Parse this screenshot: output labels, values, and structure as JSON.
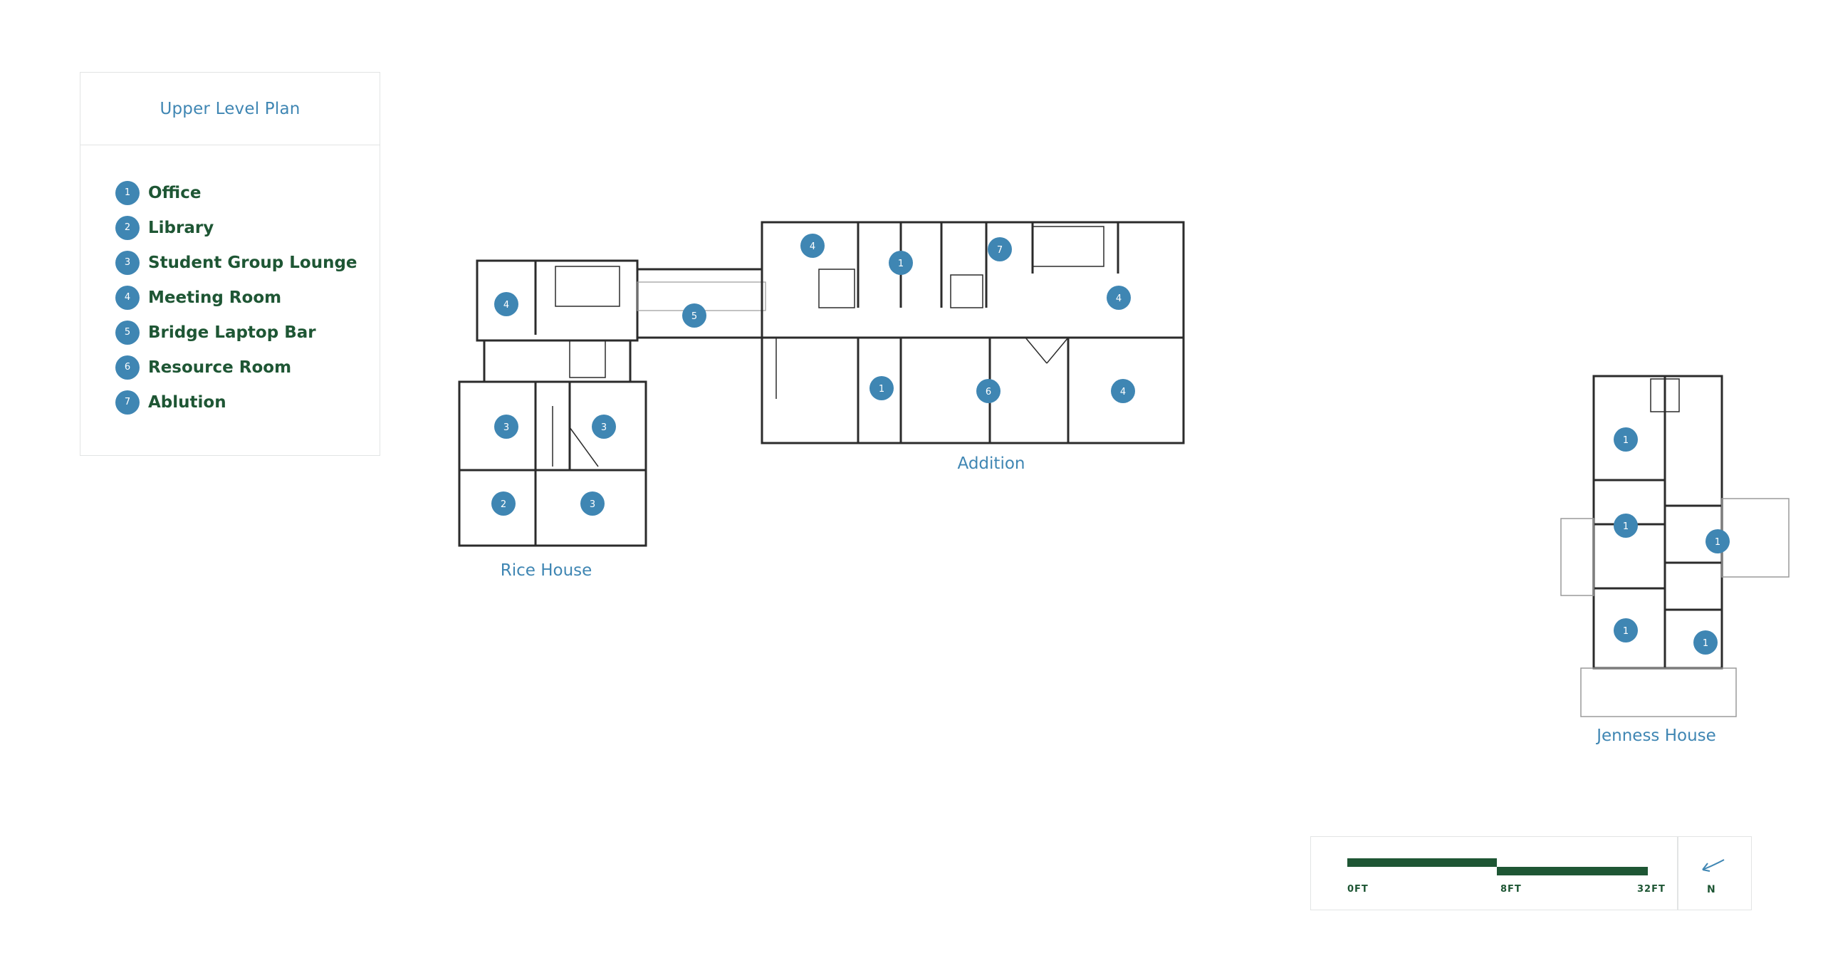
{
  "legend": {
    "title": "Upper Level Plan",
    "items": [
      {
        "num": "1",
        "label": "Office"
      },
      {
        "num": "2",
        "label": "Library"
      },
      {
        "num": "3",
        "label": "Student Group Lounge"
      },
      {
        "num": "4",
        "label": "Meeting Room"
      },
      {
        "num": "5",
        "label": "Bridge Laptop Bar"
      },
      {
        "num": "6",
        "label": "Resource Room"
      },
      {
        "num": "7",
        "label": "Ablution"
      }
    ]
  },
  "buildings": {
    "rice": "Rice House",
    "addition": "Addition",
    "jenness": "Jenness House"
  },
  "markers": {
    "rice": [
      "4",
      "3",
      "3",
      "2",
      "3"
    ],
    "bridge": [
      "5"
    ],
    "addition": [
      "4",
      "1",
      "7",
      "4",
      "1",
      "6",
      "4"
    ],
    "jenness": [
      "1",
      "1",
      "1",
      "1",
      "1"
    ]
  },
  "scale": {
    "ticks": [
      "0FT",
      "8FT",
      "32FT"
    ],
    "north": "N"
  },
  "colors": {
    "accent": "#3f86b3",
    "green": "#1e5634",
    "wall": "#2b2b2b"
  }
}
